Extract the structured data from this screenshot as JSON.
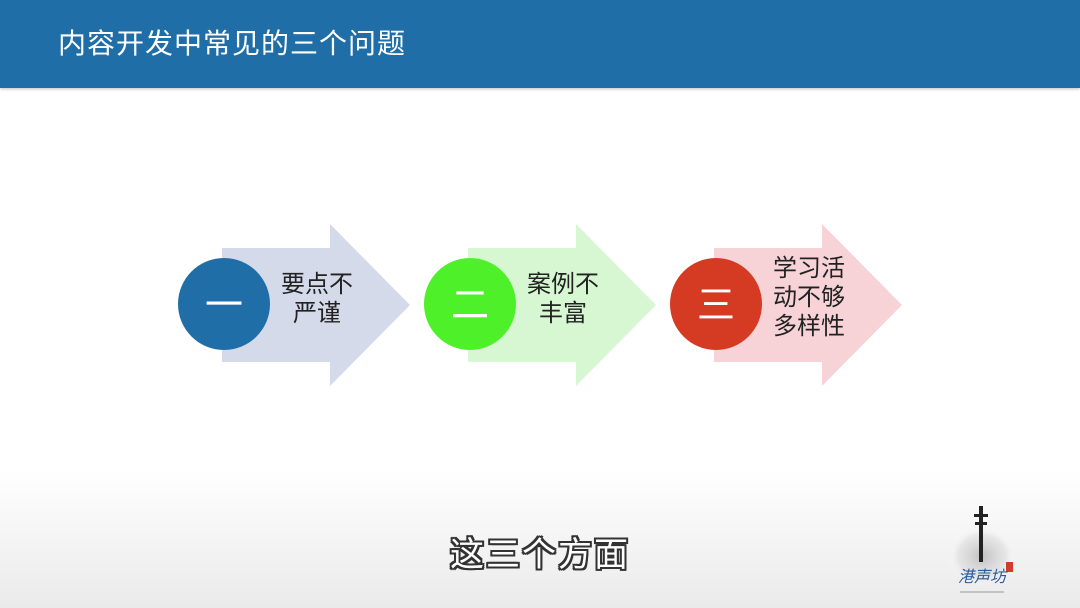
{
  "header": {
    "title": "内容开发中常见的三个问题",
    "bg_color": "#1f6ea8"
  },
  "items": [
    {
      "numeral": "一",
      "label": "要点不\n严谨",
      "circle_color": "#1f6ea8",
      "arrow_color": "#d5daea"
    },
    {
      "numeral": "二",
      "label": "案例不\n丰富",
      "circle_color": "#4ef02a",
      "arrow_color": "#d6f7d2"
    },
    {
      "numeral": "三",
      "label": "学习活\n动不够\n多样性",
      "circle_color": "#d53a22",
      "arrow_color": "#f7d3d7"
    }
  ],
  "subtitle": "这三个方面",
  "logo": {
    "text": "港声坊",
    "icon": "ink-brush-logo-icon"
  }
}
